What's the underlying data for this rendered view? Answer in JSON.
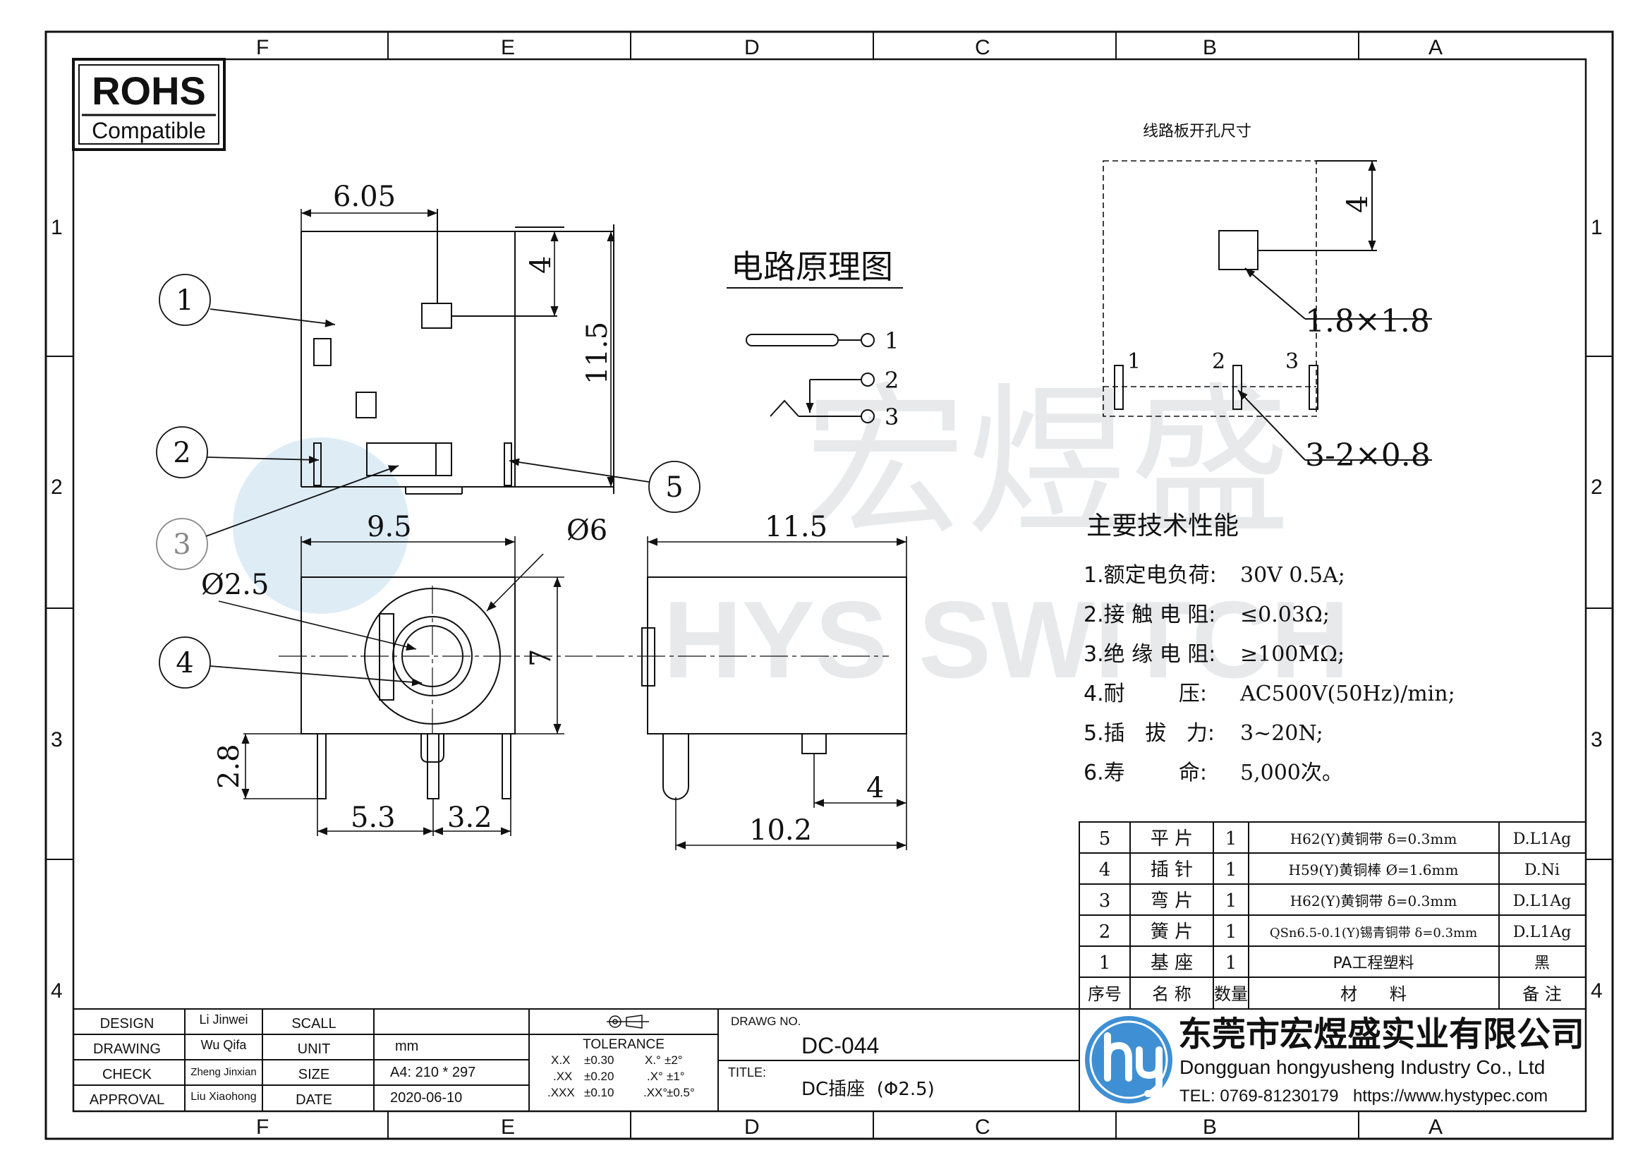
{
  "frame": {
    "columns": [
      "F",
      "E",
      "D",
      "C",
      "B",
      "A"
    ],
    "rows": [
      "1",
      "2",
      "3",
      "4"
    ]
  },
  "rohs": {
    "title": "ROHS",
    "subtitle": "Compatible"
  },
  "watermark": {
    "cn": "宏煜盛",
    "en": "HYS SWITCH"
  },
  "front_view": {
    "callouts": [
      "1",
      "2",
      "3",
      "5"
    ],
    "dims": {
      "width_top": "6.05",
      "top_offset": "4",
      "height": "11.5"
    }
  },
  "bottom_view": {
    "callout": "4",
    "dims": {
      "width": "9.5",
      "outer_dia": "Ø6",
      "inner_dia": "Ø2.5",
      "height": "7",
      "pin_len": "2.8",
      "pitch1": "5.3",
      "pitch2": "3.2"
    }
  },
  "side_view": {
    "dims": {
      "length": "11.5",
      "pin_pos": "10.2",
      "pin_offset": "4"
    }
  },
  "schematic": {
    "title": "电路原理图",
    "pins": [
      "1",
      "2",
      "3"
    ]
  },
  "pcb_layout": {
    "title": "线路板开孔尺寸",
    "offset": "4",
    "hole_square": "1.8×1.8",
    "slots": "3-2×0.8",
    "pins": [
      "1",
      "2",
      "3"
    ]
  },
  "specs": {
    "title": "主要技术性能",
    "items": [
      {
        "label": "1.额定电负荷:",
        "value": "30V 0.5A;"
      },
      {
        "label": "2.接 触 电 阻:",
        "value": "≤0.03Ω;"
      },
      {
        "label": "3.绝 缘 电 阻:",
        "value": "≥100MΩ;"
      },
      {
        "label": "4.耐        压:",
        "value": "AC500V(50Hz)/min;"
      },
      {
        "label": "5.插   拔   力:",
        "value": "3~20N;"
      },
      {
        "label": "6.寿        命:",
        "value": "5,000次。"
      }
    ]
  },
  "bom": {
    "rows": [
      {
        "no": "5",
        "name": "平 片",
        "qty": "1",
        "material": "H62(Y)黄铜带 δ=0.3mm",
        "note": "D.L1Ag"
      },
      {
        "no": "4",
        "name": "插 针",
        "qty": "1",
        "material": "H59(Y)黄铜棒  Ø=1.6mm",
        "note": "D.Ni"
      },
      {
        "no": "3",
        "name": "弯 片",
        "qty": "1",
        "material": "H62(Y)黄铜带 δ=0.3mm",
        "note": "D.L1Ag"
      },
      {
        "no": "2",
        "name": "簧 片",
        "qty": "1",
        "material": "QSn6.5-0.1(Y)锡青铜带 δ=0.3mm",
        "note": "D.L1Ag"
      },
      {
        "no": "1",
        "name": "基 座",
        "qty": "1",
        "material": "PA工程塑料",
        "note": "黑"
      }
    ],
    "header": {
      "no": "序号",
      "name": "名 称",
      "qty": "数量",
      "material": "材      料",
      "note": "备 注"
    }
  },
  "title_block": {
    "labels": {
      "design": "DESIGN",
      "drawing": "DRAWING",
      "check": "CHECK",
      "approval": "APPROVAL",
      "scale": "SCALL",
      "unit": "UNIT",
      "size": "SIZE",
      "date": "DATE",
      "tolerance": "TOLERANCE",
      "drawg_no": "DRAWG NO.",
      "title": "TITLE:"
    },
    "people": {
      "design": "Li Jinwei",
      "drawing": "Wu Qifa",
      "check": "Zheng Jinxian",
      "approval": "Liu Xiaohong"
    },
    "values": {
      "scale": "",
      "unit": "mm",
      "size": "A4: 210 * 297",
      "date": "2020-06-10"
    },
    "tolerance": [
      {
        "l": "X.X",
        "lv": "±0.30",
        "r": "X.°",
        "rv": "±2°"
      },
      {
        "l": ".XX",
        "lv": "±0.20",
        "r": ".X°",
        "rv": "±1°"
      },
      {
        "l": ".XXX",
        "lv": "±0.10",
        "r": ".XX°",
        "rv": "±0.5°"
      }
    ],
    "drawing_no": "DC-044",
    "title": "DC插座  (Φ2.5)",
    "company_cn": "东莞市宏煜盛实业有限公司",
    "company_en": "Dongguan hongyusheng Industry Co., Ltd",
    "tel": "TEL: 0769-81230179",
    "url": "https://www.hystypec.com"
  }
}
